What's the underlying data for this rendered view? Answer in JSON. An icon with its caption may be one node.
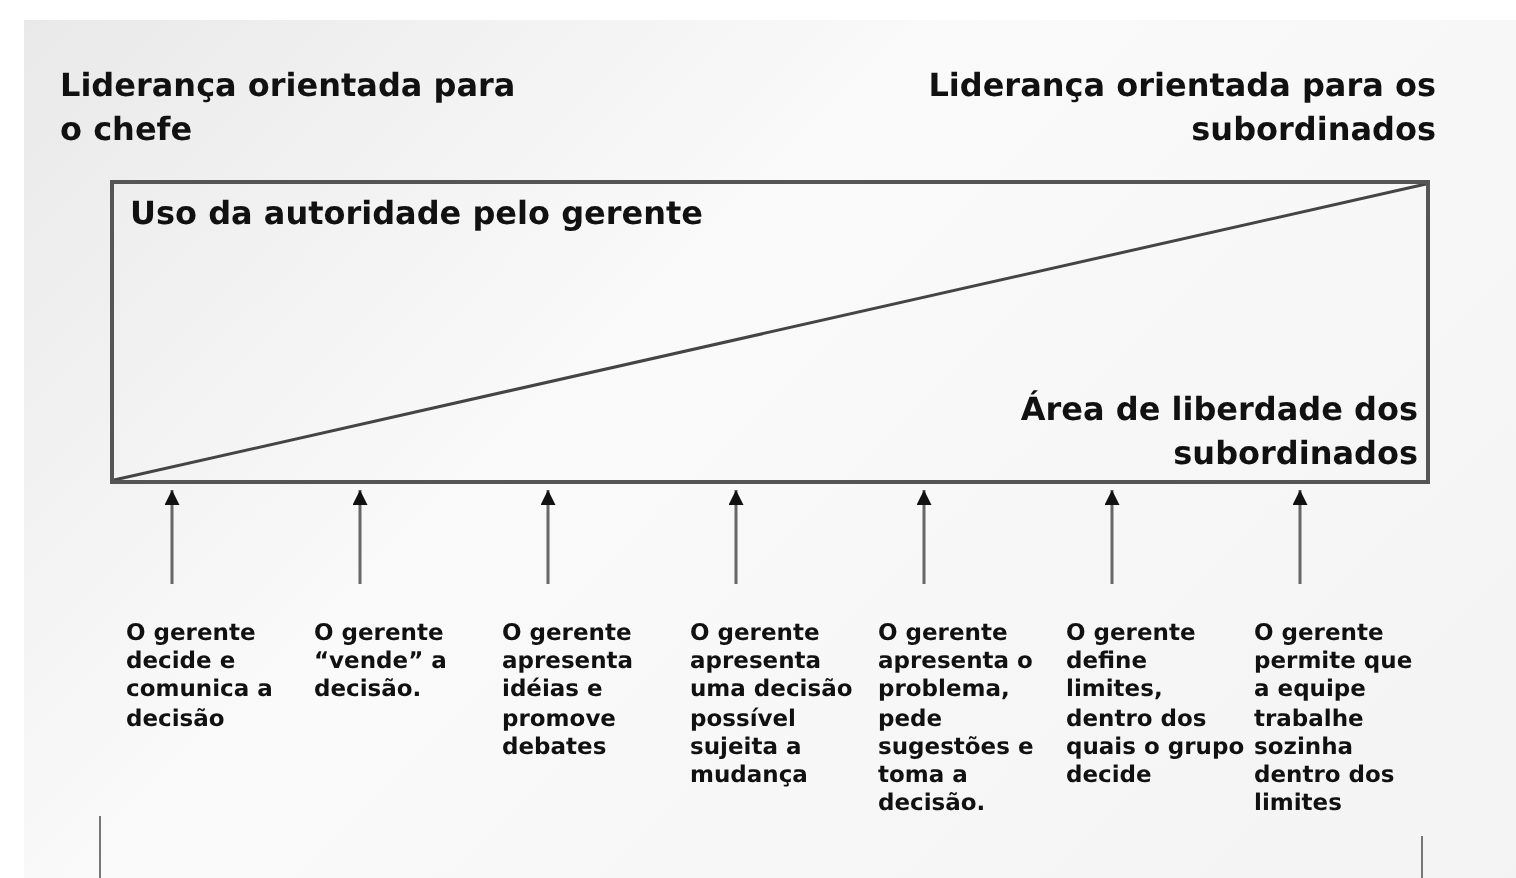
{
  "diagram": {
    "nodes": [
      {
        "text": [
          "Uso da autoridade pelo gerente",
          "Área de liberdade dos subordinados"
        ]
      },
      {
        "text": [
          "O gerente decide e comunica a decisão"
        ]
      },
      {
        "text": [
          "O gerente “vende” a decisão."
        ]
      },
      {
        "text": [
          "O gerente apresenta idéias e promove debates"
        ]
      },
      {
        "text": [
          "O gerente apresenta uma decisão possível sujeita a mudança"
        ]
      },
      {
        "text": [
          "O gerente apresenta o problema, pede sugestões e toma a decisão."
        ]
      },
      {
        "text": [
          "O gerente define limites, dentro dos quais o grupo decide"
        ]
      },
      {
        "text": [
          "O gerente permite que a equipe trabalhe sozinha dentro dos limites"
        ]
      }
    ],
    "edges": [
      {
        "from": 1,
        "to": 0,
        "arrow": "to"
      },
      {
        "from": 2,
        "to": 0,
        "arrow": "to"
      },
      {
        "from": 3,
        "to": 0,
        "arrow": "to"
      },
      {
        "from": 4,
        "to": 0,
        "arrow": "to"
      },
      {
        "from": 5,
        "to": 0,
        "arrow": "to"
      },
      {
        "from": 6,
        "to": 0,
        "arrow": "to"
      },
      {
        "from": 7,
        "to": 0,
        "arrow": "to"
      }
    ],
    "labels": [
      "Liderança orientada para o chefe",
      "Liderança orientada para os subordinados"
    ]
  }
}
